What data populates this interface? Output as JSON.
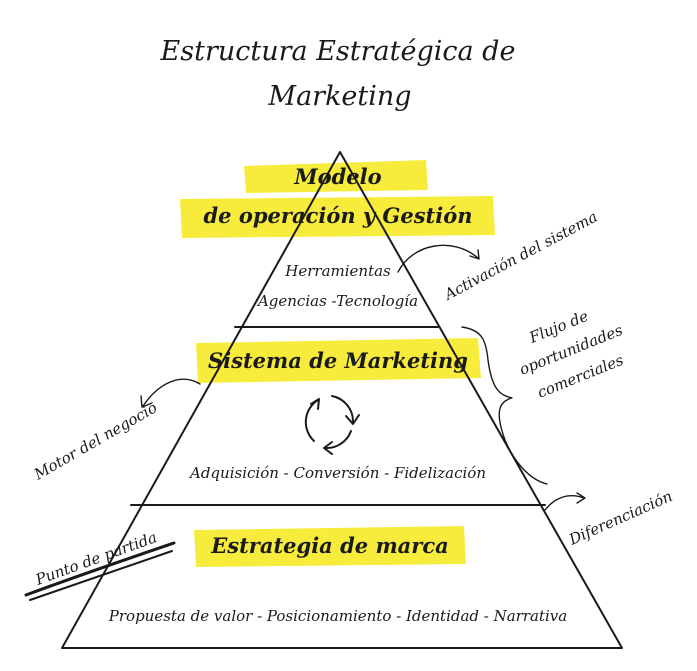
{
  "title": {
    "line1": "Estructura Estratégica de",
    "line2": "Marketing"
  },
  "top": {
    "heading1": "Modelo",
    "heading2": "de operación y Gestión",
    "detail1": "Herramientas",
    "detail2": "Agencias -Tecnología"
  },
  "middle": {
    "heading": "Sistema de Marketing",
    "detail": "Adquisición - Conversión - Fidelización"
  },
  "bottom": {
    "heading": "Estrategia de marca",
    "detail": "Propuesta de valor - Posicionamiento - Identidad - Narrativa"
  },
  "annotations": {
    "activation": "Activación del sistema",
    "flow1": "Flujo de",
    "flow2": "oportunidades",
    "flow3": "comerciales",
    "engine": "Motor del negocio",
    "differentiation": "Diferenciación",
    "starting_point": "Punto de partida"
  },
  "colors": {
    "highlight": "#f7ec3c",
    "ink": "#1a1a1a"
  },
  "icons": {
    "cycle": "cycle-arrows-icon"
  }
}
